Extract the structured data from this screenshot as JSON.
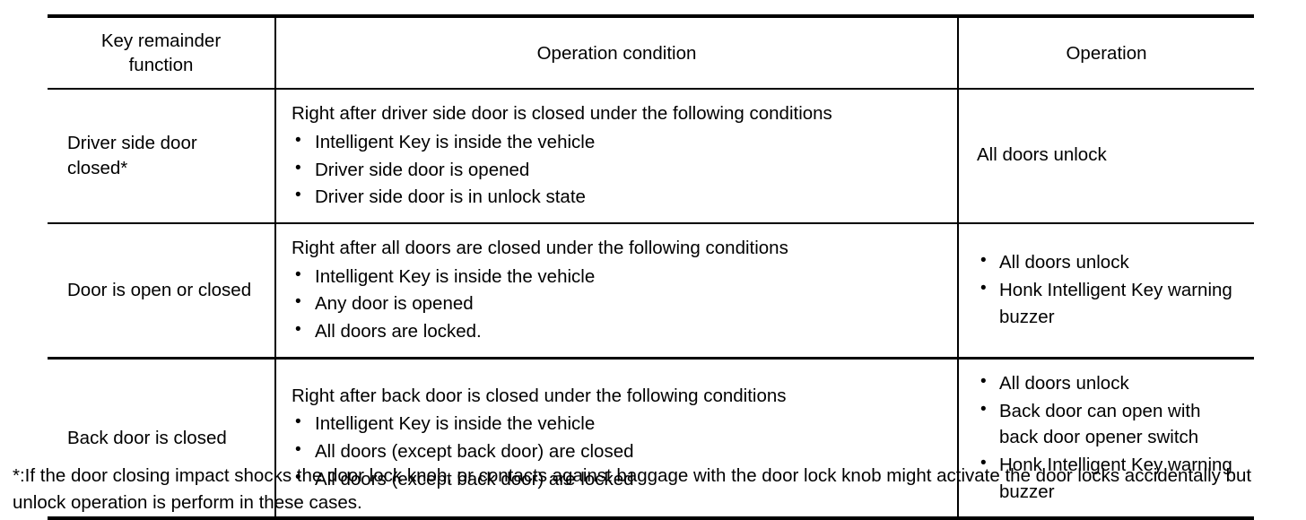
{
  "table": {
    "headers": {
      "col1": "Key remainder function",
      "col2": "Operation condition",
      "col3": "Operation"
    },
    "rows": [
      {
        "category": "Driver side door closed*",
        "condition": {
          "lead": "Right after driver side door is closed under the following conditions",
          "bullets": [
            "Intelligent Key is inside the vehicle",
            "Driver side door is opened",
            "Driver side door is in unlock state"
          ]
        },
        "operation": {
          "text": "All doors unlock",
          "bullets": []
        }
      },
      {
        "category": "Door is open or closed",
        "condition": {
          "lead": "Right after all doors are closed under the following conditions",
          "bullets": [
            "Intelligent Key is inside the vehicle",
            "Any door is opened",
            "All doors are locked."
          ]
        },
        "operation": {
          "text": "",
          "bullets": [
            "All doors unlock",
            "Honk Intelligent Key warning buzzer"
          ]
        }
      },
      {
        "category": "Back door is closed",
        "condition": {
          "lead": "Right after back door is closed under the following conditions",
          "bullets": [
            "Intelligent Key is inside the vehicle",
            "All doors (except back door) are closed",
            "All doors (except back door) are locked"
          ]
        },
        "operation": {
          "text": "",
          "bullets": [
            "All doors unlock",
            "Back door can open with back door opener switch",
            "Honk Intelligent Key warning buzzer"
          ]
        }
      }
    ]
  },
  "footnote": {
    "text": "*:If the door closing impact shocks the door lock knob, or contacts against baggage with the door lock knob might activate the door locks accidentally but unlock operation is perform in these cases."
  },
  "colors": {
    "text": "#000000",
    "background": "#ffffff",
    "rule": "#000000"
  }
}
